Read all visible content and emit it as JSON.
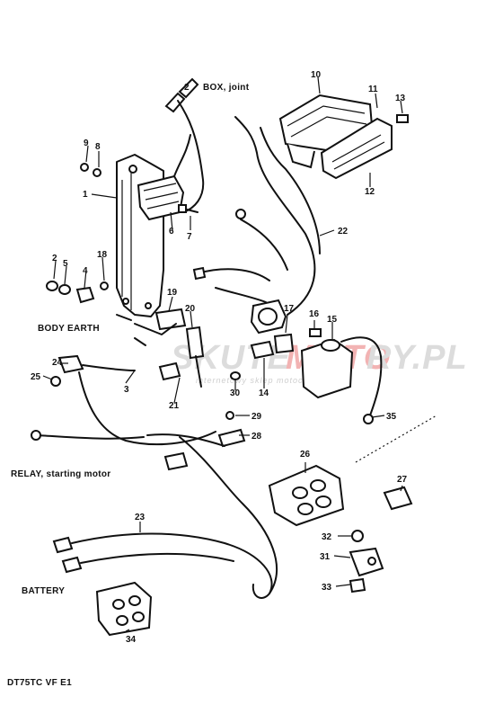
{
  "labels": {
    "box_joint": "BOX, joint",
    "body_earth": "BODY EARTH",
    "relay": "RELAY, starting motor",
    "battery": "BATTERY",
    "model_code": "DT75TC  VF  E1"
  },
  "watermark": {
    "text_a": "SKUTE",
    "text_b": "MOTO",
    "text_c": "RY.PL",
    "tagline": "internetowy sklep motocyklowy"
  },
  "callouts": {
    "n1": "1",
    "n2": "2",
    "n2b": "2",
    "n3": "3",
    "n4": "4",
    "n5": "5",
    "n6": "6",
    "n7": "7",
    "n8": "8",
    "n9": "9",
    "n10": "10",
    "n11": "11",
    "n12": "12",
    "n13": "13",
    "n14": "14",
    "n15": "15",
    "n16": "16",
    "n17": "17",
    "n18": "18",
    "n19": "19",
    "n20": "20",
    "n21": "21",
    "n22": "22",
    "n23": "23",
    "n24": "24",
    "n25": "25",
    "n26": "26",
    "n27": "27",
    "n28": "28",
    "n29": "29",
    "n30": "30",
    "n31": "31",
    "n32": "32",
    "n33": "33",
    "n34": "34",
    "n35": "35"
  },
  "colors": {
    "ink": "#111111",
    "watermark_grey": "#dcdcdc",
    "watermark_red": "#f2b3b3"
  }
}
